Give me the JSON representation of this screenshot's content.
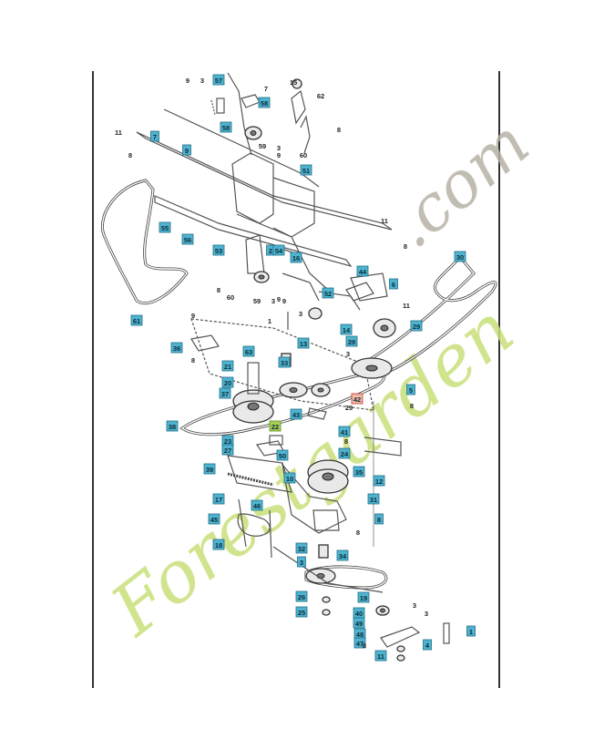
{
  "watermark": {
    "text_main": "Forestgarden",
    "text_com": ".com",
    "color_green": "#c8e07a",
    "color_brown": "#b8b1a6"
  },
  "colors": {
    "callout_fill": "#4fb3cf",
    "callout_stroke": "#1f6e88",
    "accent_red": "#f2b9a8",
    "accent_green": "#a8cf5a"
  },
  "callouts": [
    {
      "label": "57",
      "style": "box"
    },
    {
      "label": "9",
      "style": "plain"
    },
    {
      "label": "3",
      "style": "plain"
    },
    {
      "label": "7",
      "style": "plain"
    },
    {
      "label": "15",
      "style": "plain"
    },
    {
      "label": "62",
      "style": "plain"
    },
    {
      "label": "58",
      "style": "box"
    },
    {
      "label": "8",
      "style": "plain"
    },
    {
      "label": "11",
      "style": "plain"
    },
    {
      "label": "7",
      "style": "box"
    },
    {
      "label": "58",
      "style": "box"
    },
    {
      "label": "59",
      "style": "plain"
    },
    {
      "label": "3",
      "style": "plain"
    },
    {
      "label": "9",
      "style": "plain"
    },
    {
      "label": "9",
      "style": "box"
    },
    {
      "label": "60",
      "style": "plain"
    },
    {
      "label": "8",
      "style": "plain"
    },
    {
      "label": "51",
      "style": "box"
    },
    {
      "label": "55",
      "style": "box"
    },
    {
      "label": "56",
      "style": "box"
    },
    {
      "label": "11",
      "style": "plain"
    },
    {
      "label": "53",
      "style": "box"
    },
    {
      "label": "2",
      "style": "box"
    },
    {
      "label": "54",
      "style": "box"
    },
    {
      "label": "8",
      "style": "plain"
    },
    {
      "label": "16",
      "style": "box"
    },
    {
      "label": "30",
      "style": "box"
    },
    {
      "label": "61",
      "style": "box"
    },
    {
      "label": "8",
      "style": "plain"
    },
    {
      "label": "60",
      "style": "plain"
    },
    {
      "label": "59",
      "style": "plain"
    },
    {
      "label": "3",
      "style": "plain"
    },
    {
      "label": "9",
      "style": "plain"
    },
    {
      "label": "44",
      "style": "box"
    },
    {
      "label": "6",
      "style": "box"
    },
    {
      "label": "52",
      "style": "box"
    },
    {
      "label": "11",
      "style": "plain"
    },
    {
      "label": "9",
      "style": "plain"
    },
    {
      "label": "1",
      "style": "plain"
    },
    {
      "label": "3",
      "style": "plain"
    },
    {
      "label": "14",
      "style": "box"
    },
    {
      "label": "29",
      "style": "box"
    },
    {
      "label": "28",
      "style": "box"
    },
    {
      "label": "36",
      "style": "box"
    },
    {
      "label": "9",
      "style": "plain"
    },
    {
      "label": "63",
      "style": "box"
    },
    {
      "label": "13",
      "style": "box"
    },
    {
      "label": "3",
      "style": "plain"
    },
    {
      "label": "8",
      "style": "plain"
    },
    {
      "label": "21",
      "style": "box"
    },
    {
      "label": "33",
      "style": "box"
    },
    {
      "label": "20",
      "style": "box"
    },
    {
      "label": "37",
      "style": "box"
    },
    {
      "label": "29",
      "style": "plain"
    },
    {
      "label": "42",
      "style": "red"
    },
    {
      "label": "5",
      "style": "box"
    },
    {
      "label": "8",
      "style": "plain"
    },
    {
      "label": "43",
      "style": "box"
    },
    {
      "label": "38",
      "style": "box"
    },
    {
      "label": "22",
      "style": "green"
    },
    {
      "label": "41",
      "style": "box"
    },
    {
      "label": "8",
      "style": "plain"
    },
    {
      "label": "23",
      "style": "box"
    },
    {
      "label": "27",
      "style": "box"
    },
    {
      "label": "24",
      "style": "box"
    },
    {
      "label": "50",
      "style": "box"
    },
    {
      "label": "39",
      "style": "box"
    },
    {
      "label": "10",
      "style": "box"
    },
    {
      "label": "35",
      "style": "box"
    },
    {
      "label": "12",
      "style": "box"
    },
    {
      "label": "17",
      "style": "box"
    },
    {
      "label": "46",
      "style": "box"
    },
    {
      "label": "31",
      "style": "box"
    },
    {
      "label": "45",
      "style": "box"
    },
    {
      "label": "8",
      "style": "box"
    },
    {
      "label": "8",
      "style": "plain"
    },
    {
      "label": "18",
      "style": "box"
    },
    {
      "label": "32",
      "style": "box"
    },
    {
      "label": "34",
      "style": "box"
    },
    {
      "label": "3",
      "style": "box"
    },
    {
      "label": "26",
      "style": "box"
    },
    {
      "label": "19",
      "style": "box"
    },
    {
      "label": "3",
      "style": "plain"
    },
    {
      "label": "25",
      "style": "box"
    },
    {
      "label": "40",
      "style": "box"
    },
    {
      "label": "3",
      "style": "plain"
    },
    {
      "label": "49",
      "style": "box"
    },
    {
      "label": "48",
      "style": "box"
    },
    {
      "label": "47",
      "style": "box"
    },
    {
      "label": "1",
      "style": "box"
    },
    {
      "label": "8",
      "style": "plain"
    },
    {
      "label": "4",
      "style": "box"
    },
    {
      "label": "11",
      "style": "box"
    }
  ]
}
